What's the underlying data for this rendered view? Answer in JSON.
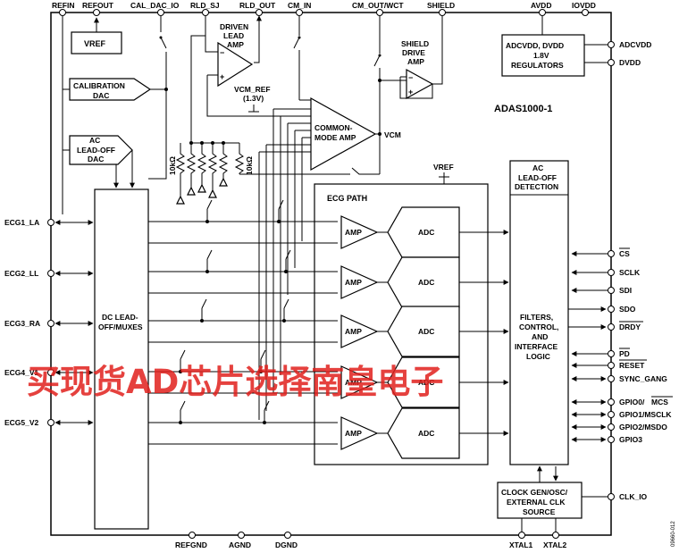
{
  "part_name": "ADAS1000-1",
  "top_pins": {
    "refin": "REFIN",
    "refout": "REFOUT",
    "cal_dac_io": "CAL_DAC_IO",
    "rld_sj": "RLD_SJ",
    "rld_out": "RLD_OUT",
    "cm_in": "CM_IN",
    "cm_out_wct": "CM_OUT/WCT",
    "shield": "SHIELD",
    "avdd": "AVDD",
    "iovdd": "IOVDD"
  },
  "left_pins": [
    "ECG1_LA",
    "ECG2_LL",
    "ECG3_RA",
    "ECG4_V1",
    "ECG5_V2"
  ],
  "right_pins": {
    "adcvdd": "ADCVDD",
    "dvdd": "DVDD",
    "cs": "CS",
    "sclk": "SCLK",
    "sdi": "SDI",
    "sdo": "SDO",
    "drdy": "DRDY",
    "pd": "PD",
    "reset": "RESET",
    "sync_gang": "SYNC_GANG",
    "gpio0": "GPIO0/",
    "gpio0_b": "MCS",
    "gpio1": "GPIO1/MSCLK",
    "gpio2": "GPIO2/MSDO",
    "gpio3": "GPIO3",
    "clk_io": "CLK_IO"
  },
  "bottom_pins": {
    "refgnd": "REFGND",
    "agnd": "AGND",
    "dgnd": "DGND",
    "xtal1": "XTAL1",
    "xtal2": "XTAL2"
  },
  "blocks": {
    "vref": "VREF",
    "calibration_dac": [
      "CALIBRATION",
      "DAC"
    ],
    "ac_leadoff_dac": [
      "AC",
      "LEAD-OFF",
      "DAC"
    ],
    "driven_lead_amp": [
      "DRIVEN",
      "LEAD",
      "AMP"
    ],
    "vcm_ref": [
      "VCM_REF",
      "(1.3V)"
    ],
    "common_mode_amp": [
      "COMMON-",
      "MODE AMP"
    ],
    "vcm": "VCM",
    "shield_drive_amp": [
      "SHIELD",
      "DRIVE",
      "AMP"
    ],
    "regulators": [
      "ADCVDD, DVDD",
      "1.8V",
      "REGULATORS"
    ],
    "ac_leadoff_detection": [
      "AC",
      "LEAD-OFF",
      "DETECTION"
    ],
    "ecg_path": "ECG PATH",
    "vref_label": "VREF",
    "amp": "AMP",
    "adc": "ADC",
    "dc_leadoff": [
      "DC LEAD-",
      "OFF/MUXES"
    ],
    "filters": [
      "FILTERS,",
      "CONTROL,",
      "AND",
      "INTERFACE",
      "LOGIC"
    ],
    "clock": [
      "CLOCK GEN/OSC/",
      "EXTERNAL CLK",
      "SOURCE"
    ],
    "resistor_left": "10kΩ",
    "resistor_right": "10kΩ"
  },
  "figure_code": "09660-012",
  "watermark": "买现货AD芯片选择南皇电子",
  "colors": {
    "line": "#000000",
    "watermark": "#e0201c"
  }
}
